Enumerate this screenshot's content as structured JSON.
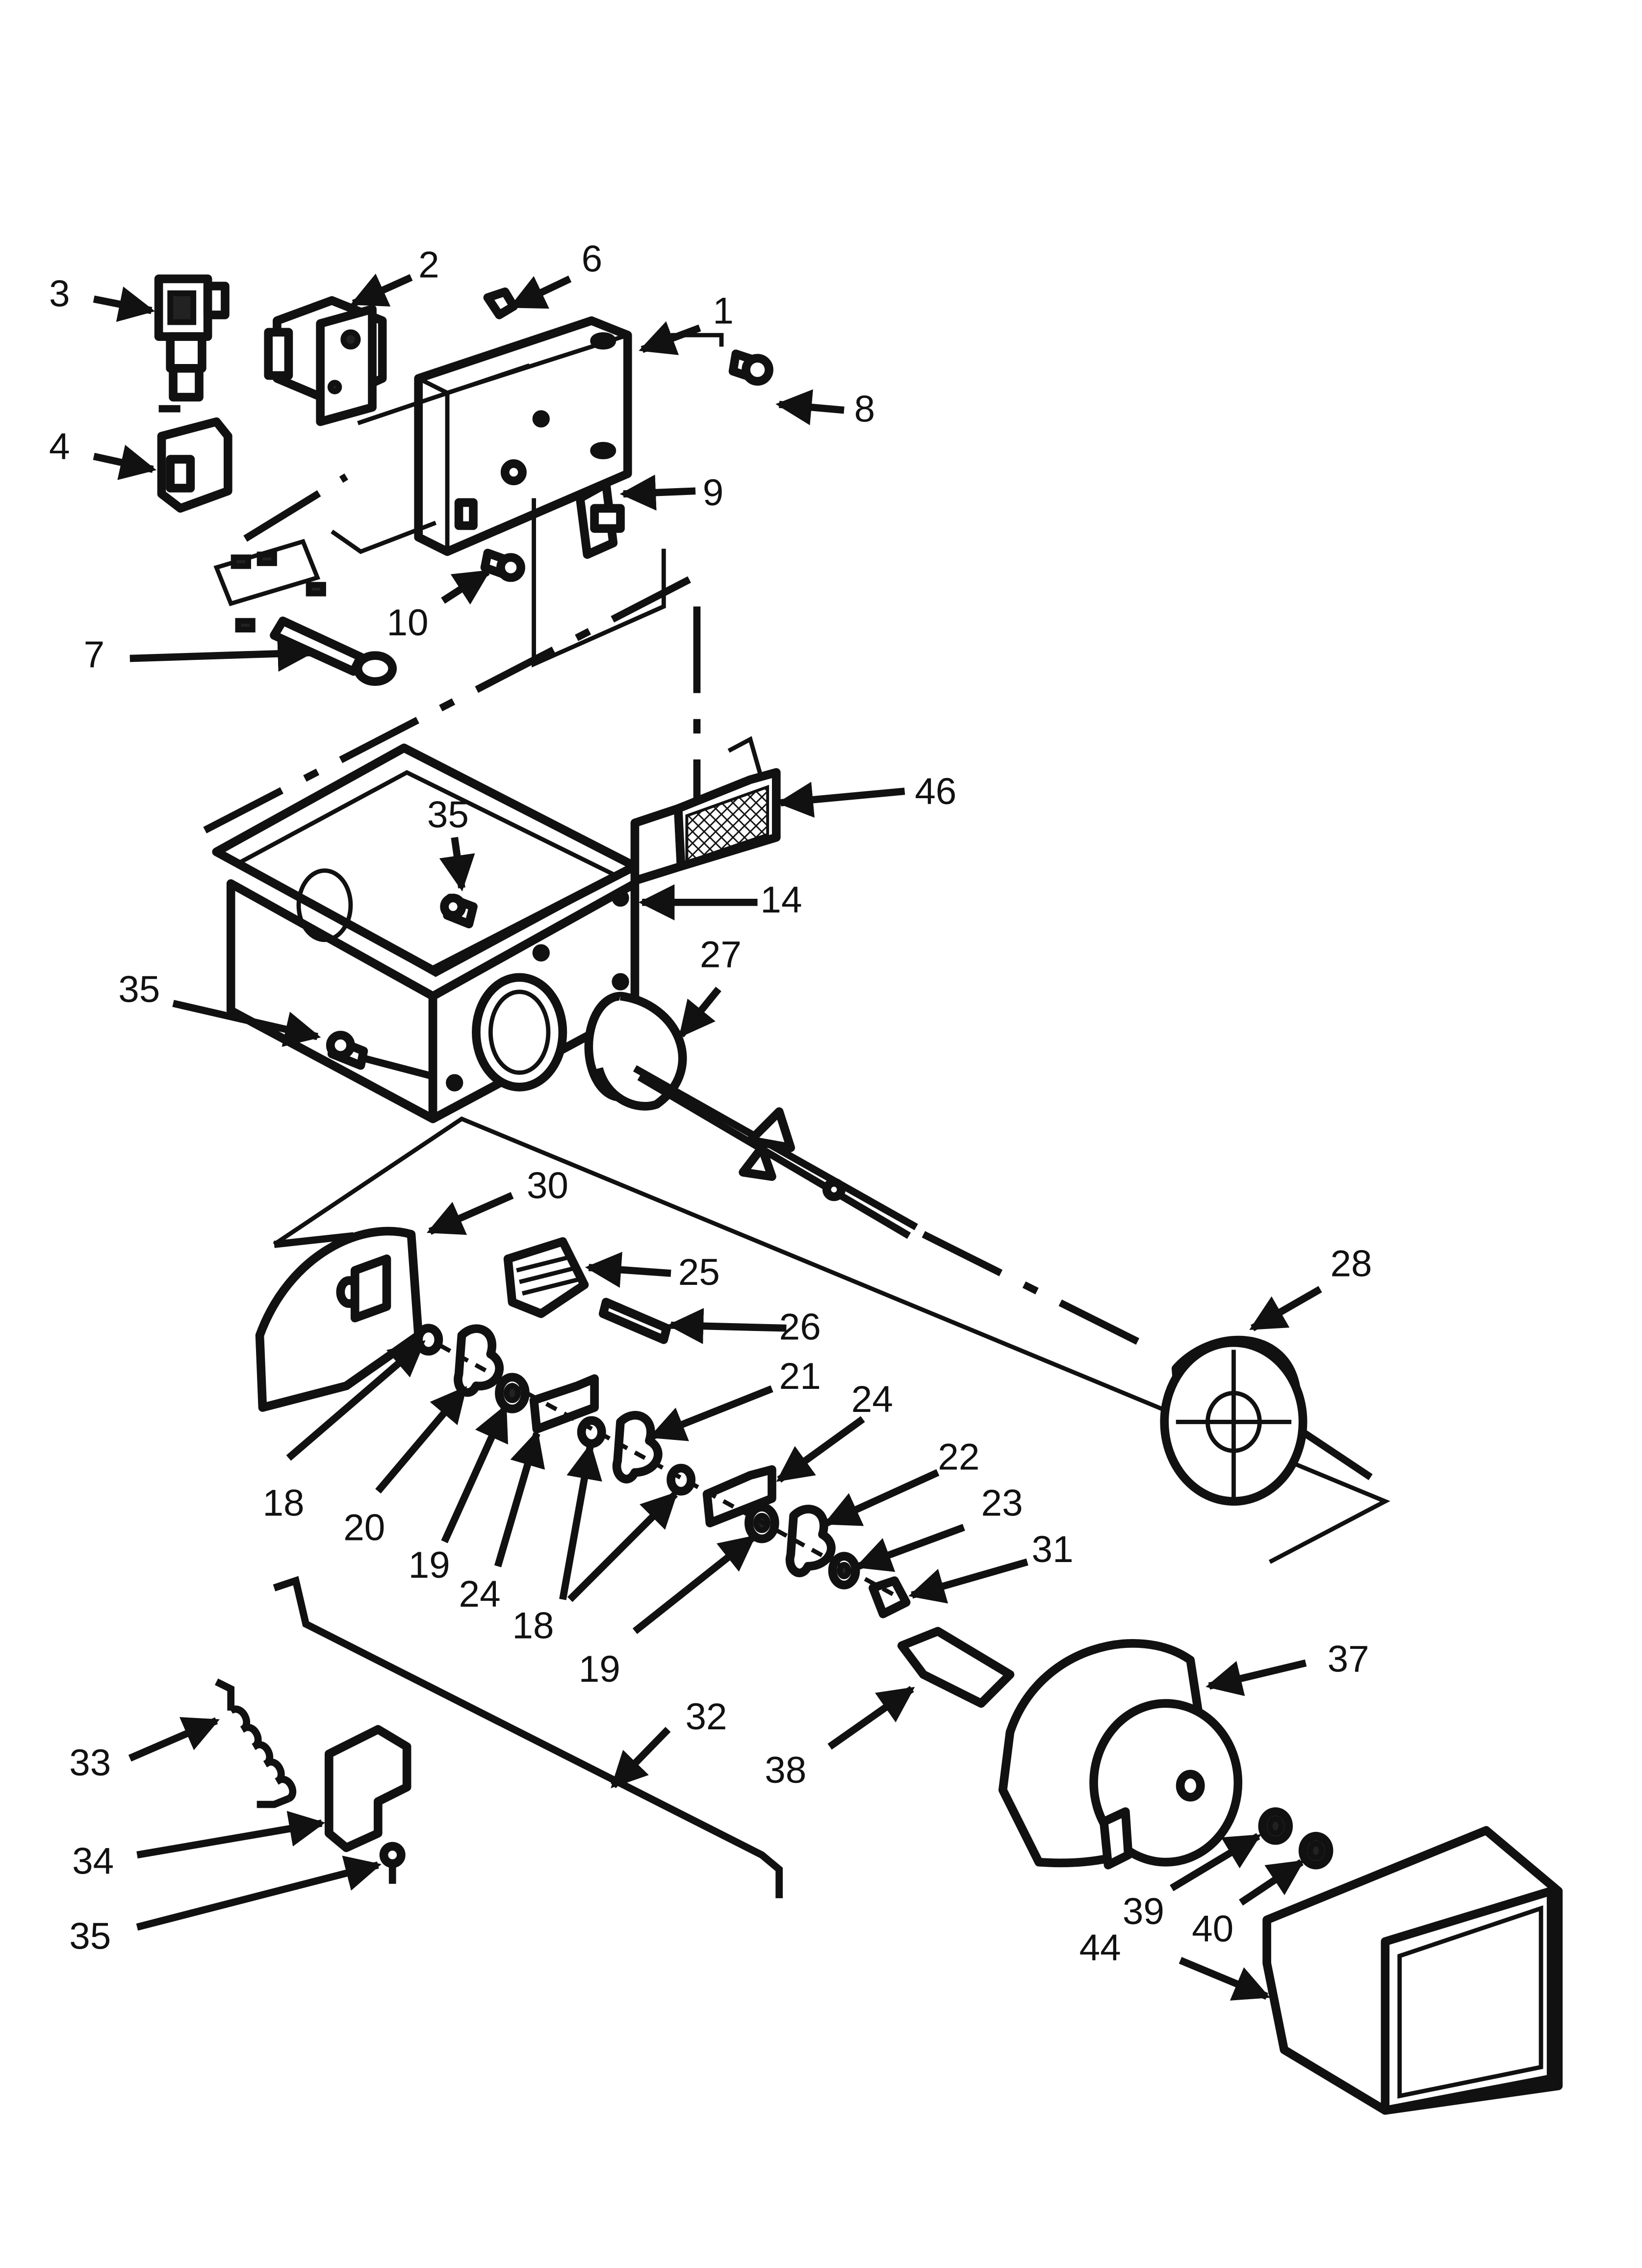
{
  "callouts": [
    {
      "id": "1",
      "label": "1"
    },
    {
      "id": "2",
      "label": "2"
    },
    {
      "id": "3",
      "label": "3"
    },
    {
      "id": "4",
      "label": "4"
    },
    {
      "id": "6",
      "label": "6"
    },
    {
      "id": "7",
      "label": "7"
    },
    {
      "id": "8",
      "label": "8"
    },
    {
      "id": "9",
      "label": "9"
    },
    {
      "id": "10",
      "label": "10"
    },
    {
      "id": "14",
      "label": "14"
    },
    {
      "id": "18a",
      "label": "18"
    },
    {
      "id": "18b",
      "label": "18"
    },
    {
      "id": "19a",
      "label": "19"
    },
    {
      "id": "19b",
      "label": "19"
    },
    {
      "id": "20",
      "label": "20"
    },
    {
      "id": "21",
      "label": "21"
    },
    {
      "id": "22",
      "label": "22"
    },
    {
      "id": "23",
      "label": "23"
    },
    {
      "id": "24a",
      "label": "24"
    },
    {
      "id": "24b",
      "label": "24"
    },
    {
      "id": "25",
      "label": "25"
    },
    {
      "id": "26",
      "label": "26"
    },
    {
      "id": "27",
      "label": "27"
    },
    {
      "id": "28",
      "label": "28"
    },
    {
      "id": "30",
      "label": "30"
    },
    {
      "id": "31",
      "label": "31"
    },
    {
      "id": "32",
      "label": "32"
    },
    {
      "id": "33",
      "label": "33"
    },
    {
      "id": "34",
      "label": "34"
    },
    {
      "id": "35a",
      "label": "35"
    },
    {
      "id": "35b",
      "label": "35"
    },
    {
      "id": "35c",
      "label": "35"
    },
    {
      "id": "37",
      "label": "37"
    },
    {
      "id": "38",
      "label": "38"
    },
    {
      "id": "39",
      "label": "39"
    },
    {
      "id": "40",
      "label": "40"
    },
    {
      "id": "44",
      "label": "44"
    },
    {
      "id": "46",
      "label": "46"
    }
  ]
}
